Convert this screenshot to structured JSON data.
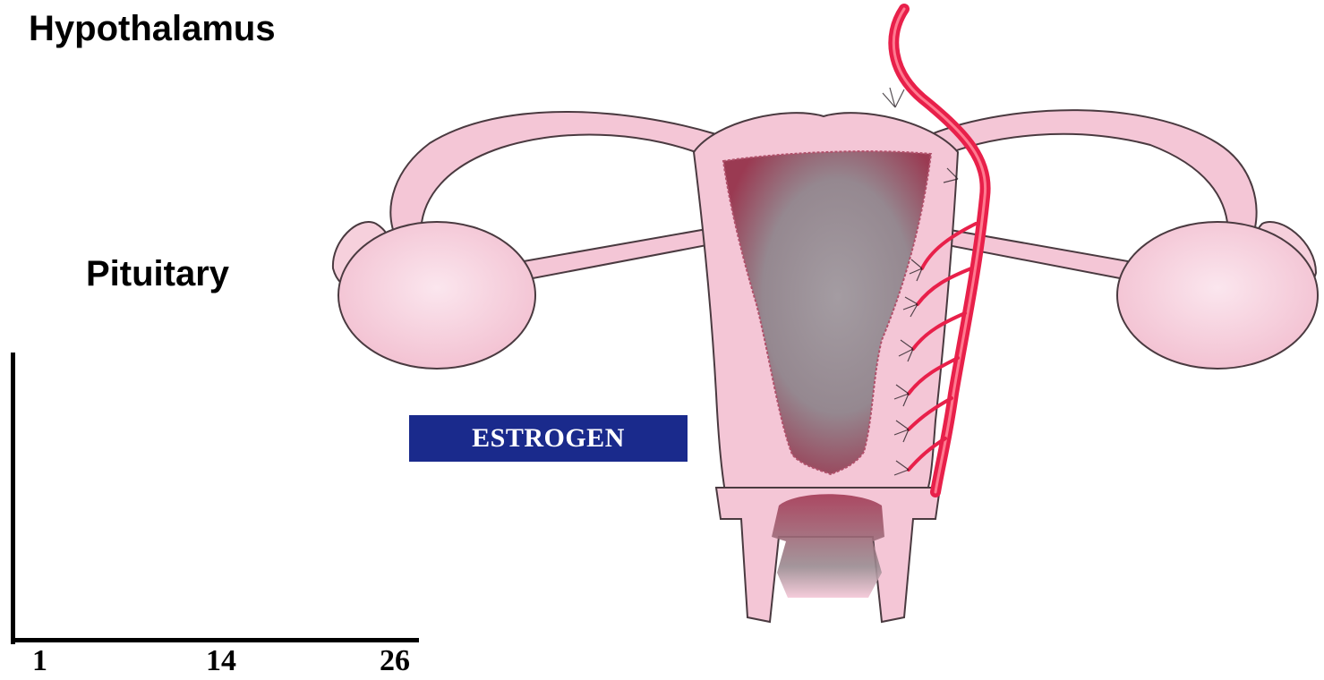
{
  "labels": {
    "hypothalamus": "Hypothalamus",
    "pituitary": "Pituitary",
    "hormone": "ESTROGEN"
  },
  "axis": {
    "ticks": [
      "1",
      "14",
      "26"
    ]
  },
  "colors": {
    "tissue": "#f4c6d6",
    "tissue_outline": "#4a3a40",
    "uterine_cavity": "#9a8f95",
    "cavity_edge": "#a8324a",
    "artery": "#e8204a",
    "hormone_box": "#1a2a8c"
  }
}
